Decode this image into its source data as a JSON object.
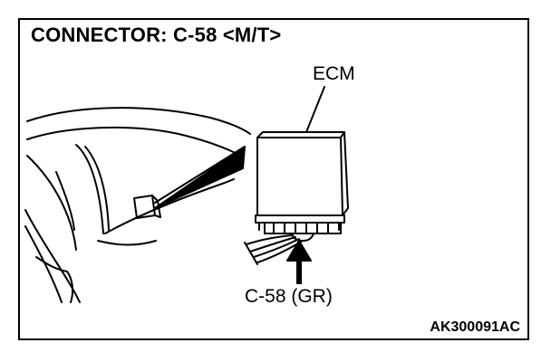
{
  "title": "CONNECTOR: C-58 <M/T>",
  "callouts": {
    "ecm": "ECM",
    "connector": "C-58 (GR)"
  },
  "figure_id": "AK300091AC",
  "colors": {
    "line": "#000000",
    "background": "#ffffff"
  }
}
